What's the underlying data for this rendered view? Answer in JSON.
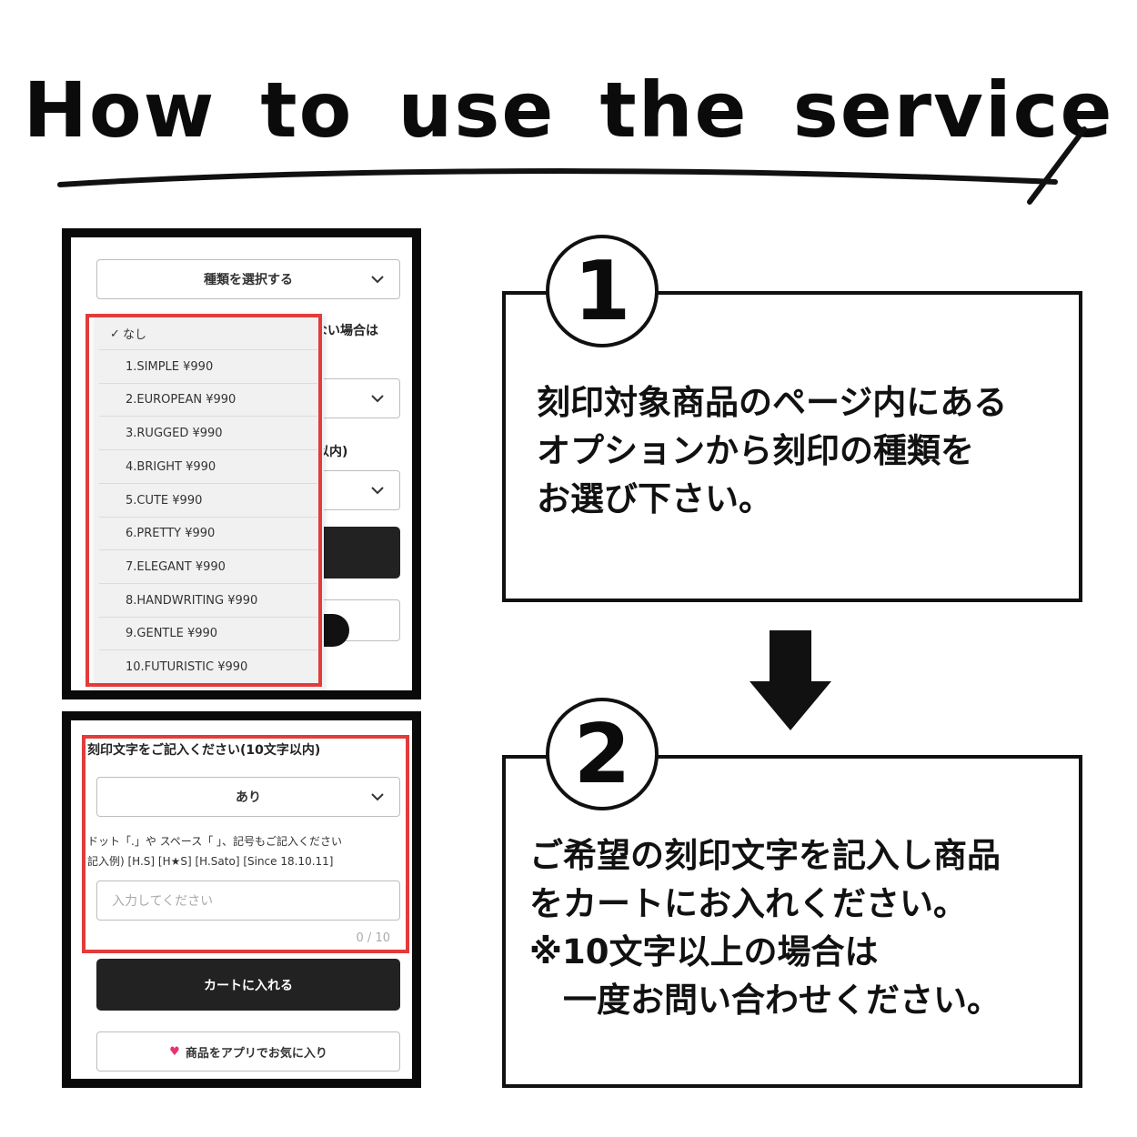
{
  "title": "How to use the service",
  "phone1": {
    "type_select": "種類を選択する",
    "bg_text_1": "ない場合は",
    "bg_text_2": "以内)",
    "dropdown": [
      {
        "label": "なし",
        "checked": true
      },
      {
        "label": "1.SIMPLE ¥990"
      },
      {
        "label": "2.EUROPEAN ¥990"
      },
      {
        "label": "3.RUGGED ¥990"
      },
      {
        "label": "4.BRIGHT ¥990"
      },
      {
        "label": "5.CUTE ¥990"
      },
      {
        "label": "6.PRETTY ¥990"
      },
      {
        "label": "7.ELEGANT ¥990"
      },
      {
        "label": "8.HANDWRITING ¥990"
      },
      {
        "label": "9.GENTLE ¥990"
      },
      {
        "label": "10.FUTURISTIC ¥990"
      }
    ],
    "check_glyph": "✓"
  },
  "phone2": {
    "label": "刻印文字をご記入ください(10文字以内)",
    "select_value": "あり",
    "hint_line1": "ドット「.」や スペース「 」、記号もご記入ください",
    "hint_line2": "記入例) [H.S] [H★S] [H.Sato] [Since 18.10.11]",
    "input_placeholder": "入力してください",
    "char_count": "0 / 10",
    "cart_button": "カートに入れる",
    "favorite_button": "商品をアプリでお気に入り",
    "heart_glyph": "♥"
  },
  "steps": [
    {
      "number": "1",
      "lines": [
        "刻印対象商品のページ内にある",
        "オプションから刻印の種類を",
        "お選び下さい。"
      ]
    },
    {
      "number": "2",
      "lines": [
        "ご希望の刻印文字を記入し商品",
        "をカートにお入れください。",
        "※10文字以上の場合は",
        "　一度お問い合わせください。"
      ]
    }
  ],
  "colors": {
    "highlight_red": "#e33b3b",
    "dark_button": "#222222",
    "heart": "#e8336b"
  },
  "icons": [
    "chevron-down-icon",
    "check-icon",
    "heart-icon",
    "down-arrow-icon"
  ]
}
